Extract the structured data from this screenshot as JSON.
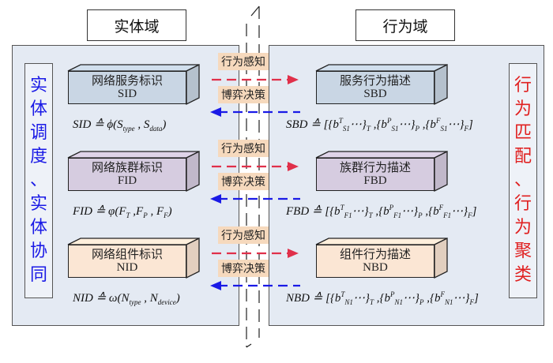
{
  "headers": {
    "entity_domain": "实体域",
    "behavior_domain": "行为域"
  },
  "left_sidebar": {
    "chars": [
      "实",
      "体",
      "调",
      "度",
      "、",
      "实",
      "体",
      "协",
      "同"
    ],
    "color": "#1a1ae6"
  },
  "right_sidebar": {
    "chars": [
      "行",
      "为",
      "匹",
      "配",
      "、",
      "行",
      "为",
      "聚",
      "类"
    ],
    "color": "#e02020"
  },
  "entity_boxes": [
    {
      "label": "网络服务标识",
      "abbr": "SID",
      "color": "#c9d6e4",
      "formula": "SID ≙ ϕ(S<sub>type</sub> , S<sub>data</sub>)"
    },
    {
      "label": "网络族群标识",
      "abbr": "FID",
      "color": "#d6cce0",
      "formula": "FID ≙ φ(F<sub>T</sub> ,F<sub>P</sub> , F<sub>F</sub>)"
    },
    {
      "label": "网络组件标识",
      "abbr": "NID",
      "color": "#fbe6d4",
      "formula": "NID ≙ ω(N<sub>type</sub> , N<sub>device</sub>)"
    }
  ],
  "behavior_boxes": [
    {
      "label": "服务行为描述",
      "abbr": "SBD",
      "color": "#c9d6e4",
      "formula": "SBD ≙ [{b<sup>T</sup><sub>S1</sub>⋯}<sub>T</sub> ,{b<sup>P</sup><sub>S1</sub>⋯}<sub>P</sub> ,{b<sup>F</sup><sub>S1</sub>⋯}<sub>F</sub>]"
    },
    {
      "label": "族群行为描述",
      "abbr": "FBD",
      "color": "#d6cce0",
      "formula": "FBD ≙ [{b<sup>T</sup><sub>F1</sub>⋯}<sub>T</sub> ,{b<sup>P</sup><sub>F1</sub>⋯}<sub>P</sub> ,{b<sup>F</sup><sub>F1</sub>⋯}<sub>F</sub>]"
    },
    {
      "label": "组件行为描述",
      "abbr": "NBD",
      "color": "#fbe6d4",
      "formula": "NBD ≙ [{b<sup>T</sup><sub>N1</sub>⋯}<sub>T</sub> ,{b<sup>P</sup><sub>N1</sub>⋯}<sub>P</sub> ,{b<sup>F</sup><sub>N1</sub>⋯}<sub>F</sub>]"
    }
  ],
  "arrows": [
    {
      "perceive": "行为感知",
      "decide": "博弈决策"
    },
    {
      "perceive": "行为感知",
      "decide": "博弈决策"
    },
    {
      "perceive": "行为感知",
      "decide": "博弈决策"
    }
  ],
  "colors": {
    "perceive_arrow": "#e0304a",
    "decide_arrow": "#1a1ae6"
  }
}
